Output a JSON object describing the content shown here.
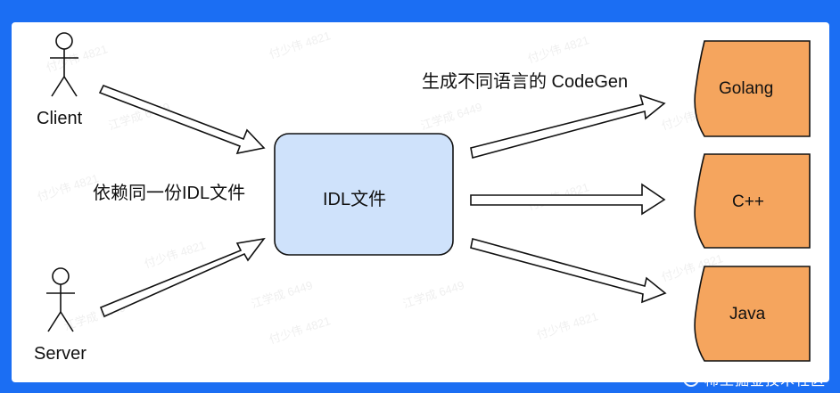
{
  "actors": {
    "client": {
      "label": "Client",
      "icon": "stick-figure-icon"
    },
    "server": {
      "label": "Server",
      "icon": "stick-figure-icon"
    }
  },
  "center_box": {
    "label": "IDL文件",
    "fill": "#cfe2fb",
    "stroke": "#000000"
  },
  "edge_labels": {
    "inputs": "依赖同一份IDL文件",
    "outputs": "生成不同语言的 CodeGen"
  },
  "languages": [
    {
      "label": "Golang"
    },
    {
      "label": "C++"
    },
    {
      "label": "Java"
    }
  ],
  "language_fill": "#f5a55e",
  "watermarks": [
    "付少伟 4821",
    "江学成 6449"
  ],
  "brand": {
    "text": "稀土掘金技术社区",
    "icon": "juejin-logo-icon"
  },
  "colors": {
    "frame": "#1b6ef3",
    "background": "#ffffff"
  }
}
